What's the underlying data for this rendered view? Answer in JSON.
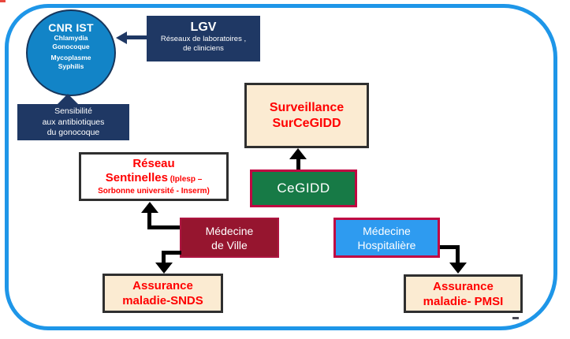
{
  "colors": {
    "frame_blue": "#1E96E8",
    "navy": "#1F3864",
    "circle_blue": "#1284C7",
    "cream": "#FBEBD2",
    "green": "#177A46",
    "crimson_border": "#C00742",
    "maroon": "#96152F",
    "bright_blue": "#2E9BF0",
    "red_text": "#FF0000",
    "dark_border": "#2F2F2F"
  },
  "nodes": {
    "cnr": {
      "title": "CNR IST",
      "items": [
        "Chlamydia",
        "Gonocoque",
        "Mycoplasme",
        "Syphilis"
      ]
    },
    "lgv": {
      "title": "LGV",
      "line1": "Réseaux de laboratoires ,",
      "line2": "de cliniciens"
    },
    "sensibilite": {
      "line1": "Sensibilité",
      "line2": "aux antibiotiques",
      "line3": "du gonocoque"
    },
    "surveillance": {
      "line1": "Surveillance",
      "line2": "SurCeGIDD"
    },
    "cegidd": {
      "label": "CeGIDD"
    },
    "sentinelles": {
      "line1": "Réseau",
      "line2_main": "Sentinelles",
      "line2_suffix": " (Iplesp –",
      "line3": "Sorbonne université - Inserm)"
    },
    "medecine_ville": {
      "line1": "Médecine",
      "line2": "de Ville"
    },
    "medecine_hospitaliere": {
      "line1": "Médecine",
      "line2": "Hospitalière"
    },
    "assurance_snds": {
      "line1": "Assurance",
      "line2": "maladie-SNDS"
    },
    "assurance_pmsi": {
      "line1": "Assurance",
      "line2": "maladie- PMSI"
    }
  }
}
